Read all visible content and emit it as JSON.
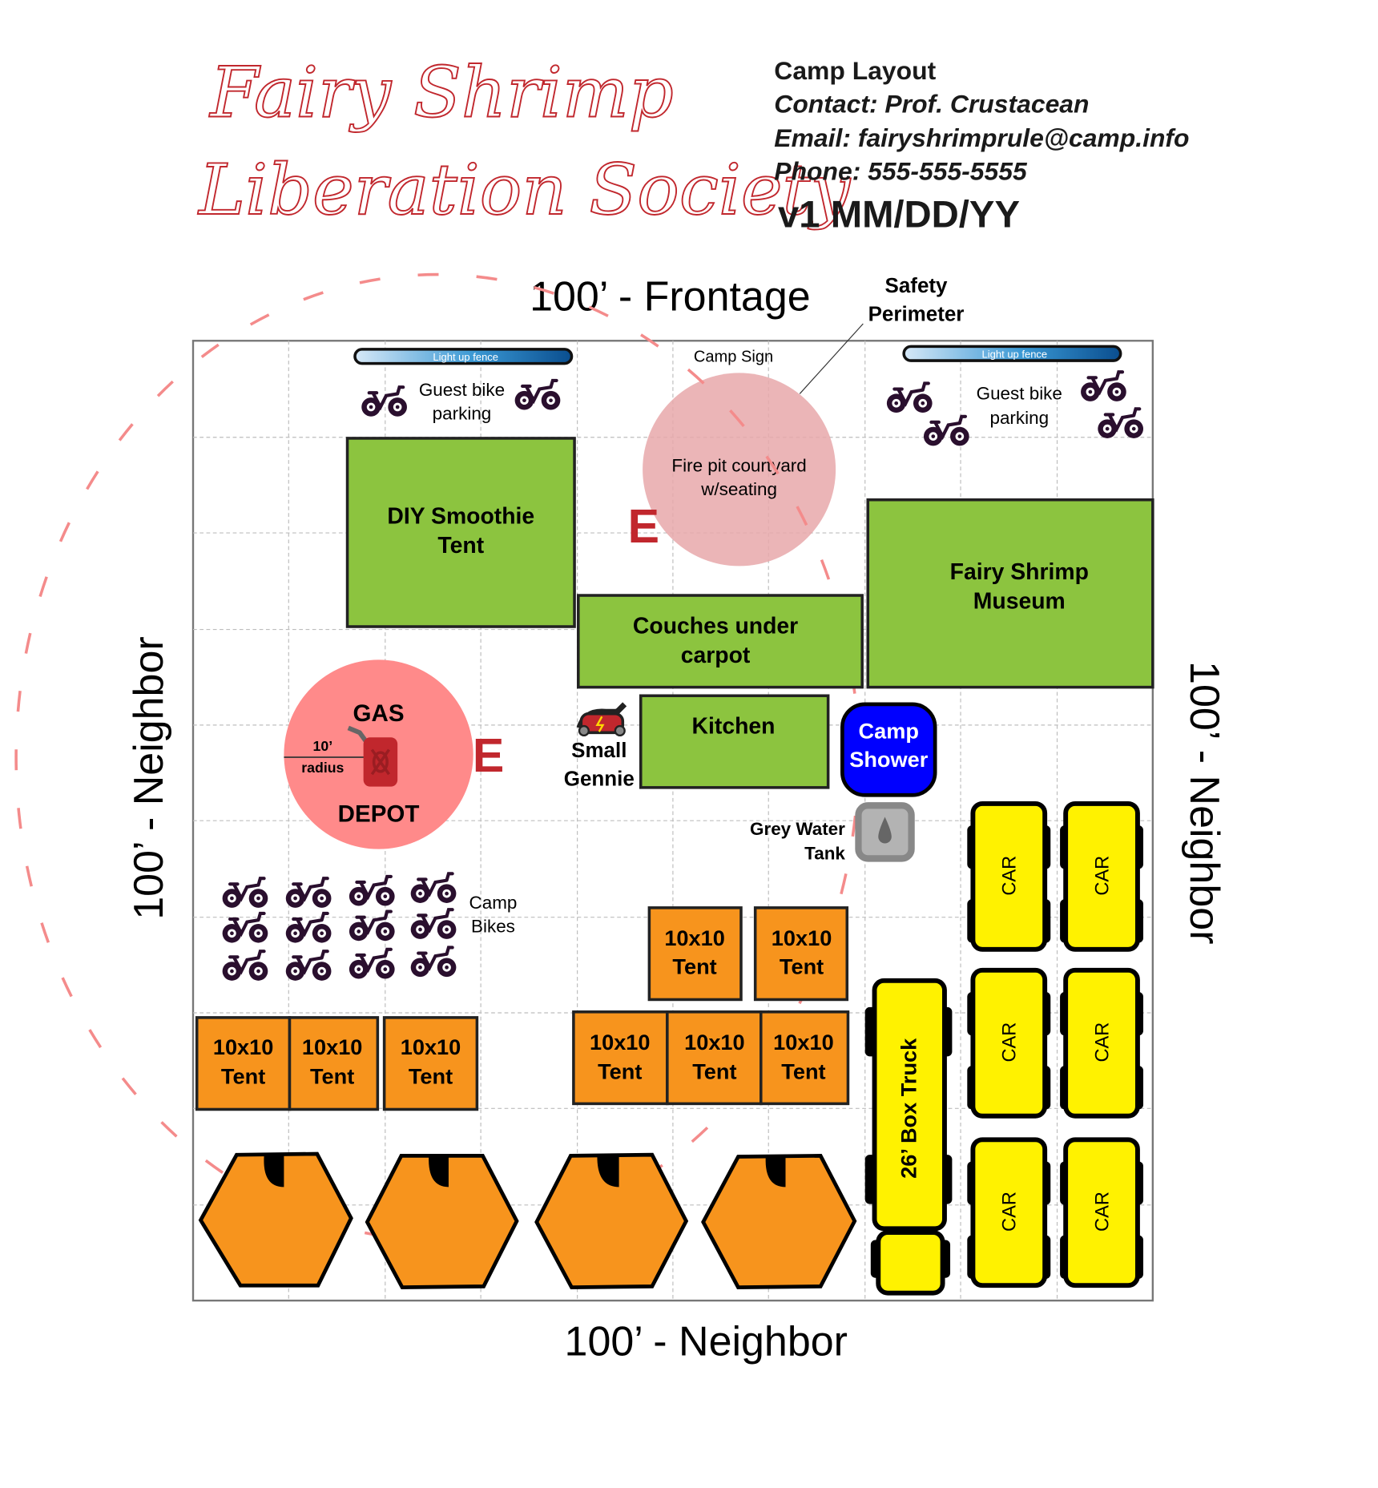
{
  "header": {
    "logo_line1": "Fairy Shrimp",
    "logo_line2": "Liberation Society",
    "title": "Camp Layout",
    "contact": "Contact: Prof. Crustacean",
    "email": "Email: fairyshrimprule@camp.info",
    "phone": "Phone: 555-555-5555",
    "version": "v1 MM/DD/YY"
  },
  "borders": {
    "top": "100’ - Frontage",
    "left": "100’ - Neighbor",
    "right": "100’ - Neighbor",
    "bottom": "100’ - Neighbor"
  },
  "annotations": {
    "safety_perimeter_line1": "Safety",
    "safety_perimeter_line2": "Perimeter",
    "camp_sign": "Camp Sign",
    "fence_label": "Light up fence",
    "guest_bike_line1": "Guest bike",
    "guest_bike_line2": "parking",
    "camp_bikes_line1": "Camp",
    "camp_bikes_line2": "Bikes",
    "exit_marker": "E",
    "firepit_line1": "Fire pit courtyard",
    "firepit_line2": "w/seating",
    "gas_line1": "GAS",
    "gas_line2": "DEPOT",
    "radius_line1": "10’",
    "radius_line2": "radius",
    "gennie_line1": "Small",
    "gennie_line2": "Gennie",
    "greywater_line1": "Grey Water",
    "greywater_line2": "Tank",
    "shower_line1": "Camp",
    "shower_line2": "Shower"
  },
  "zones": {
    "smoothie_line1": "DIY Smoothie",
    "smoothie_line2": "Tent",
    "museum_line1": "Fairy Shrimp",
    "museum_line2": "Museum",
    "couches_line1": "Couches under",
    "couches_line2": "carpot",
    "kitchen": "Kitchen"
  },
  "tents": {
    "line1": "10x10",
    "line2": "Tent"
  },
  "vehicles": {
    "car": "CAR",
    "truck": "26’ Box Truck"
  },
  "colors": {
    "accent_red": "#c1272d",
    "zone_green": "#8cc43f",
    "tent_orange": "#f7941d",
    "vehicle_yellow": "#fff200",
    "shower_blue": "#0000ff",
    "safety_pink": "#f48b8b"
  }
}
